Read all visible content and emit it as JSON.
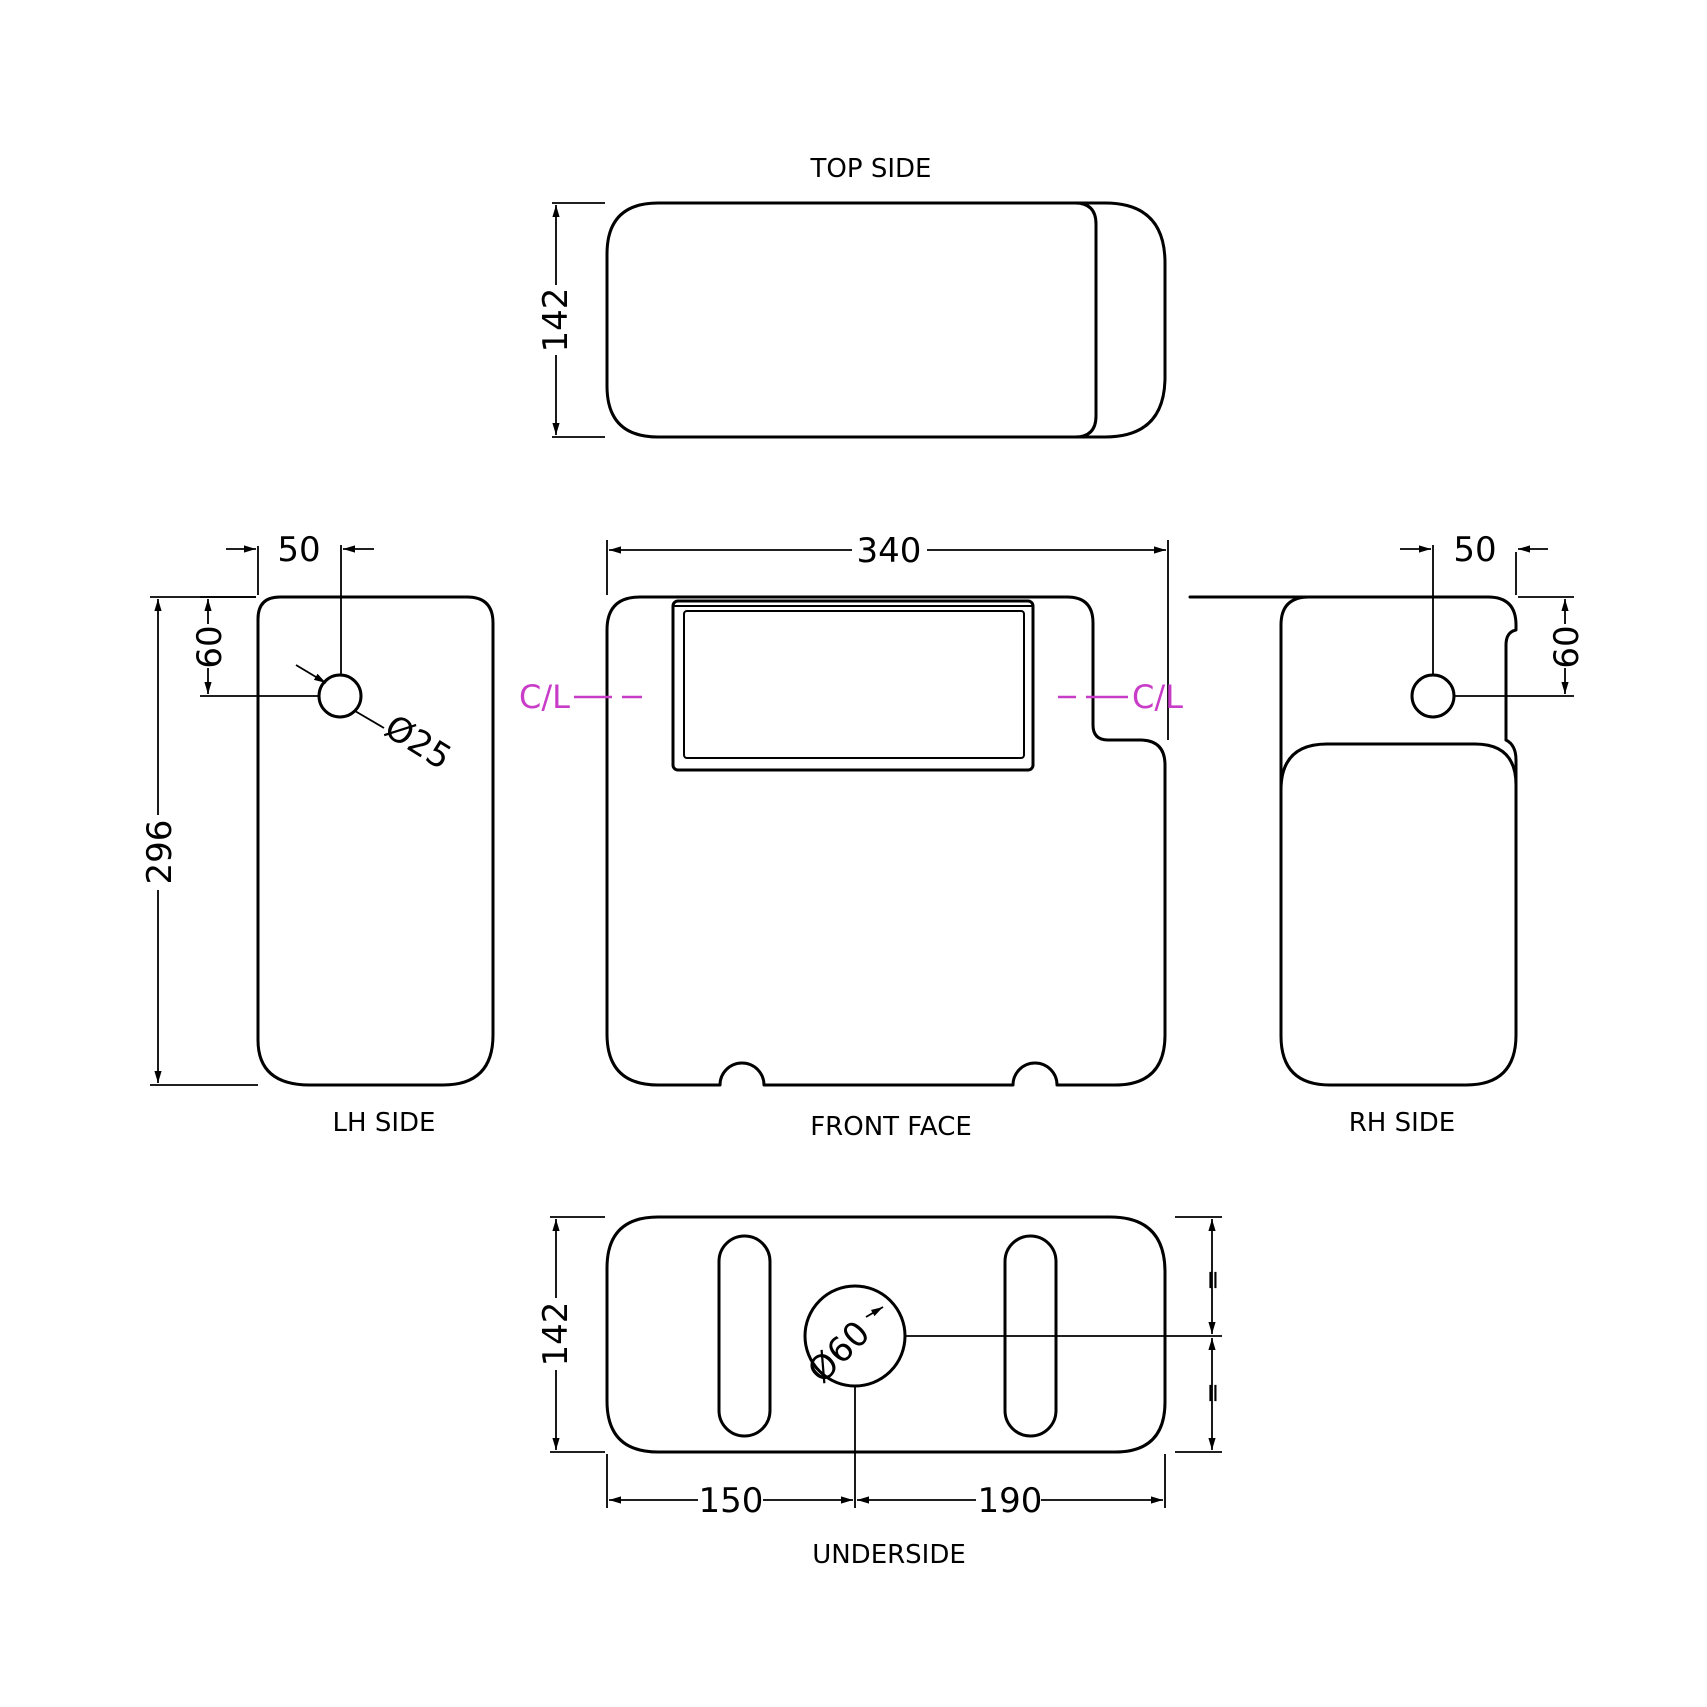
{
  "views": {
    "top": "TOP SIDE",
    "front": "FRONT FACE",
    "lh": "LH SIDE",
    "rh": "RH SIDE",
    "under": "UNDERSIDE"
  },
  "dimensions": {
    "top_depth": "142",
    "front_width": "340",
    "lh_offset": "50",
    "lh_drop": "60",
    "lh_height": "296",
    "lh_hole": "Ø25",
    "rh_offset": "50",
    "rh_drop": "60",
    "under_depth": "142",
    "under_hole": "Ø60",
    "under_left": "150",
    "under_right": "190",
    "equal_mark": "="
  },
  "centerline": {
    "left": "C/L",
    "right": "C/L"
  },
  "colors": {
    "centerline": "#c83cc8",
    "line": "#000000"
  }
}
